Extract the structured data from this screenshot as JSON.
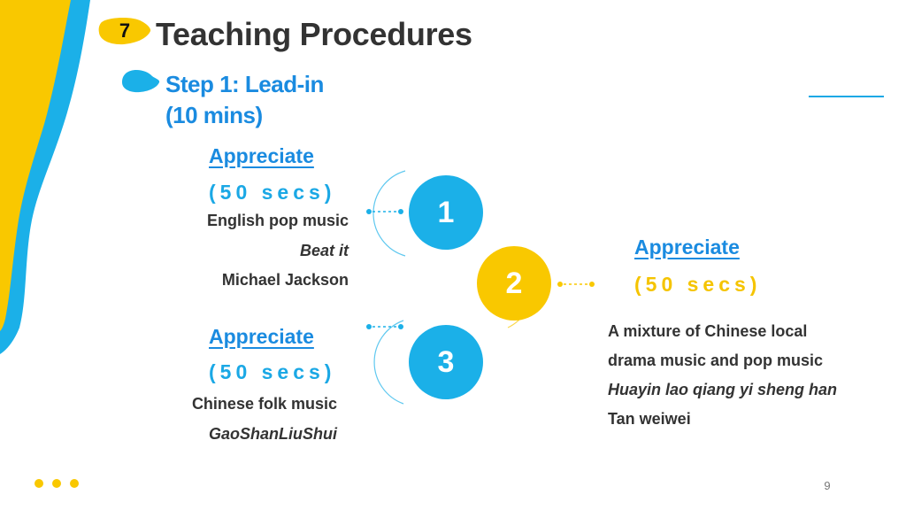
{
  "badge_number": "7",
  "title": "Teaching Procedures",
  "step": {
    "line1": "Step 1: Lead-in",
    "line2": "(10 mins)"
  },
  "items": [
    {
      "number": "1",
      "label": "Appreciate",
      "duration": "(50 secs)",
      "lines": [
        "English pop music",
        "Beat it",
        "Michael Jackson"
      ]
    },
    {
      "number": "2",
      "label": "Appreciate",
      "duration": "(50 secs)",
      "lines": [
        "A mixture of Chinese local",
        "drama music and pop music",
        "Huayin lao qiang yi sheng han",
        "Tan weiwei"
      ]
    },
    {
      "number": "3",
      "label": "Appreciate",
      "duration": "(50 secs)",
      "lines": [
        "Chinese folk music",
        "GaoShanLiuShui"
      ]
    }
  ],
  "page_number": "9",
  "colors": {
    "accent_blue": "#1BB0E8",
    "label_blue": "#1A8BE0",
    "accent_yellow": "#F9C800",
    "text_dark": "#333333"
  }
}
